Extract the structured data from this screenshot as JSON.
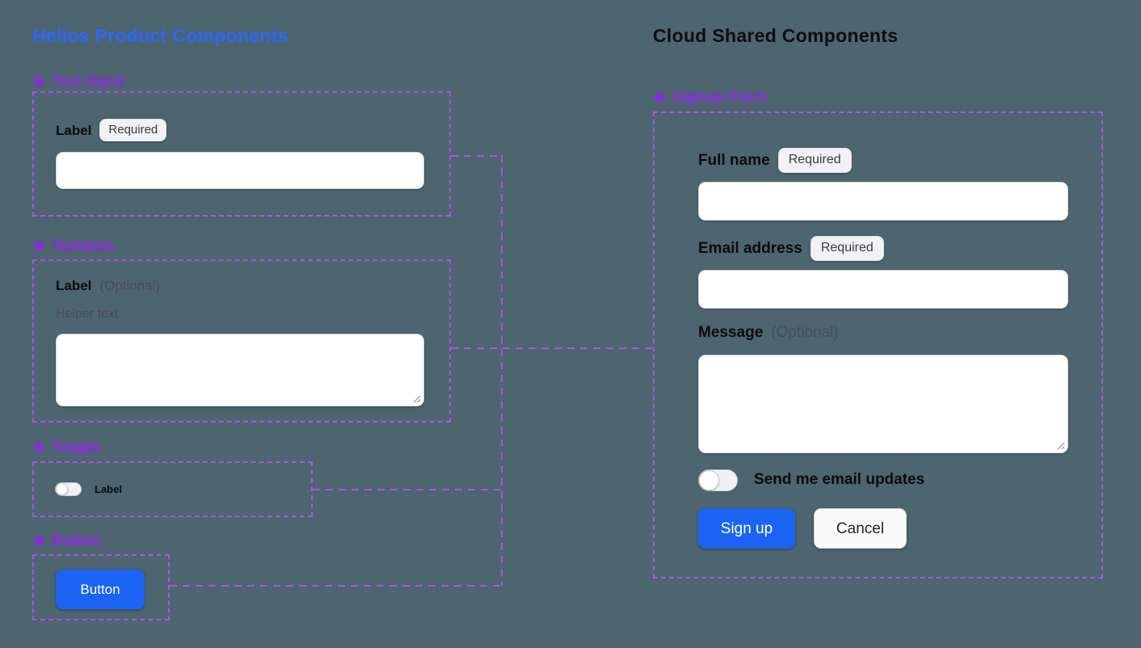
{
  "colors": {
    "background": "#4C656E",
    "brand_blue": "#2B66FF",
    "component_purple": "#9326EA",
    "outline_purple": "#B44CF5",
    "button_blue": "#1B63F2"
  },
  "icons": {
    "component": "❖"
  },
  "left_panel": {
    "title": "Helios Product Components",
    "text_input": {
      "heading": "Text Input",
      "label": "Label",
      "badge": "Required",
      "value": ""
    },
    "textarea": {
      "heading": "Textarea",
      "label": "Label",
      "optional": "(Optional)",
      "helper": "Helper text",
      "value": ""
    },
    "toggle": {
      "heading": "Toggle",
      "label": "Label",
      "state": "off"
    },
    "button": {
      "heading": "Button",
      "label": "Button"
    }
  },
  "right_panel": {
    "title": "Cloud Shared Components",
    "signup_form": {
      "heading": "Signup Form",
      "full_name": {
        "label": "Full name",
        "badge": "Required",
        "value": ""
      },
      "email": {
        "label": "Email address",
        "badge": "Required",
        "value": ""
      },
      "message": {
        "label": "Message",
        "optional": "(Optional)",
        "value": ""
      },
      "email_updates_toggle": {
        "label": "Send me email updates",
        "state": "off"
      },
      "submit_label": "Sign up",
      "cancel_label": "Cancel"
    }
  }
}
